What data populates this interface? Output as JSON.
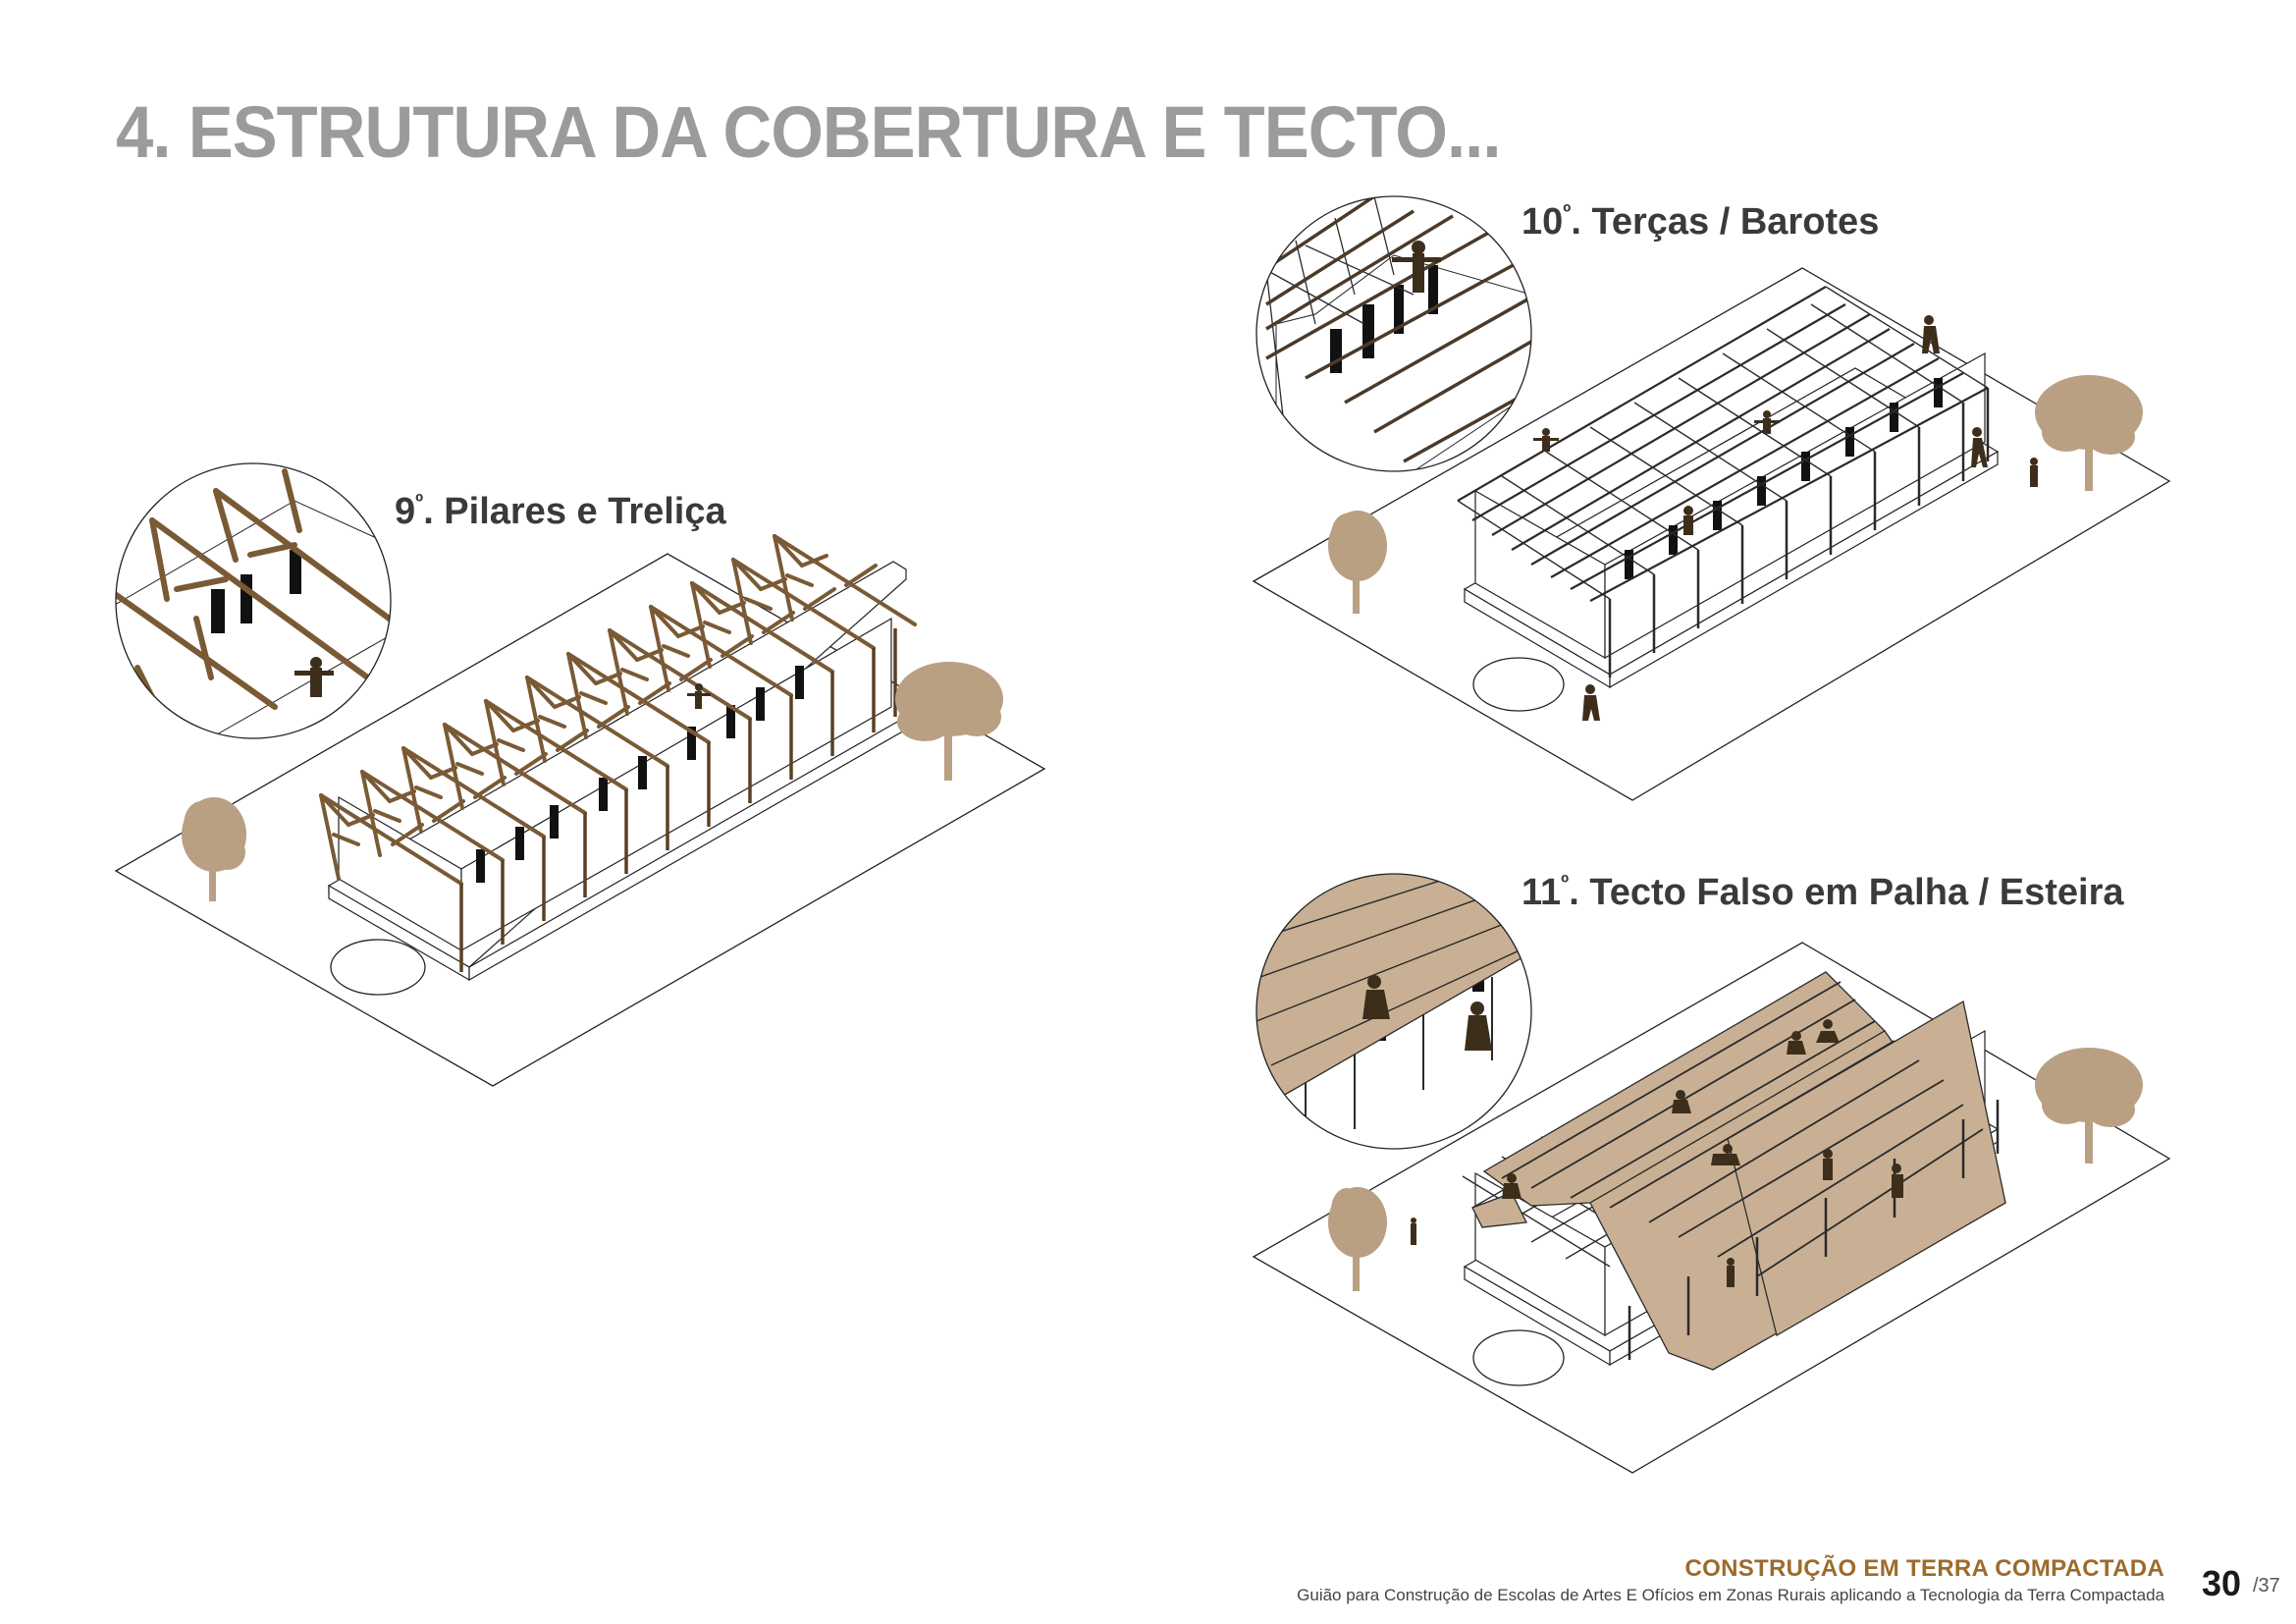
{
  "page": {
    "title": "4. ESTRUTURA DA COBERTURA E TECTO...",
    "colors": {
      "title_gray": "#9b9b9b",
      "caption_dark": "#3a3a3a",
      "timber_brown": "#7a5a35",
      "tree_tan": "#b9a083",
      "thatch_tan": "#c9b094",
      "figure_dark": "#3d2e1c",
      "footer_brown": "#9c6b2a"
    }
  },
  "steps": [
    {
      "number": "9",
      "ordinal": "º",
      "label": ". Pilares e Treliça",
      "illustration": "isometric-school-trusses-and-pillars"
    },
    {
      "number": "10",
      "ordinal": "º",
      "label": ". Terças / Barotes",
      "illustration": "isometric-school-purlins-and-battens"
    },
    {
      "number": "11",
      "ordinal": "º",
      "label": ". Tecto Falso em Palha / Esteira",
      "illustration": "isometric-school-false-ceiling-straw-mat"
    }
  ],
  "footer": {
    "title": "CONSTRUÇÃO EM TERRA COMPACTADA",
    "subtitle": "Guião para Construção de Escolas de Artes E Ofícios em Zonas Rurais aplicando a Tecnologia da Terra Compactada",
    "page_number": "30",
    "page_total": "/37"
  }
}
